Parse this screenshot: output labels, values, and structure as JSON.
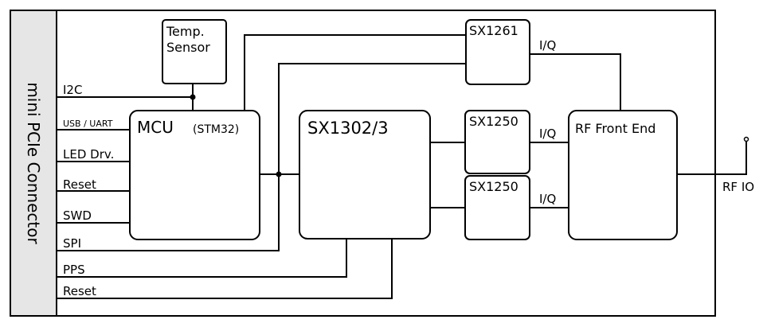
{
  "connector": {
    "label": "mini PCIe Connector"
  },
  "blocks": {
    "temp_sensor": {
      "line1": "Temp.",
      "line2": "Sensor"
    },
    "mcu": {
      "label": "MCU",
      "sublabel": "(STM32)"
    },
    "concentrator": {
      "label": "SX1302/3"
    },
    "sx1261": {
      "label": "SX1261"
    },
    "sx1250_a": {
      "label": "SX1250"
    },
    "sx1250_b": {
      "label": "SX1250"
    },
    "rf_front_end": {
      "label": "RF Front End"
    }
  },
  "signals": {
    "i2c": "I2C",
    "usb_uart": "USB / UART",
    "led_drv": "LED Drv.",
    "reset_mcu": "Reset",
    "swd": "SWD",
    "spi": "SPI",
    "pps": "PPS",
    "reset_concentrator": "Reset",
    "iq_sx1261": "I/Q",
    "iq_sx1250_a": "I/Q",
    "iq_sx1250_b": "I/Q",
    "rf_io": "RF IO"
  }
}
